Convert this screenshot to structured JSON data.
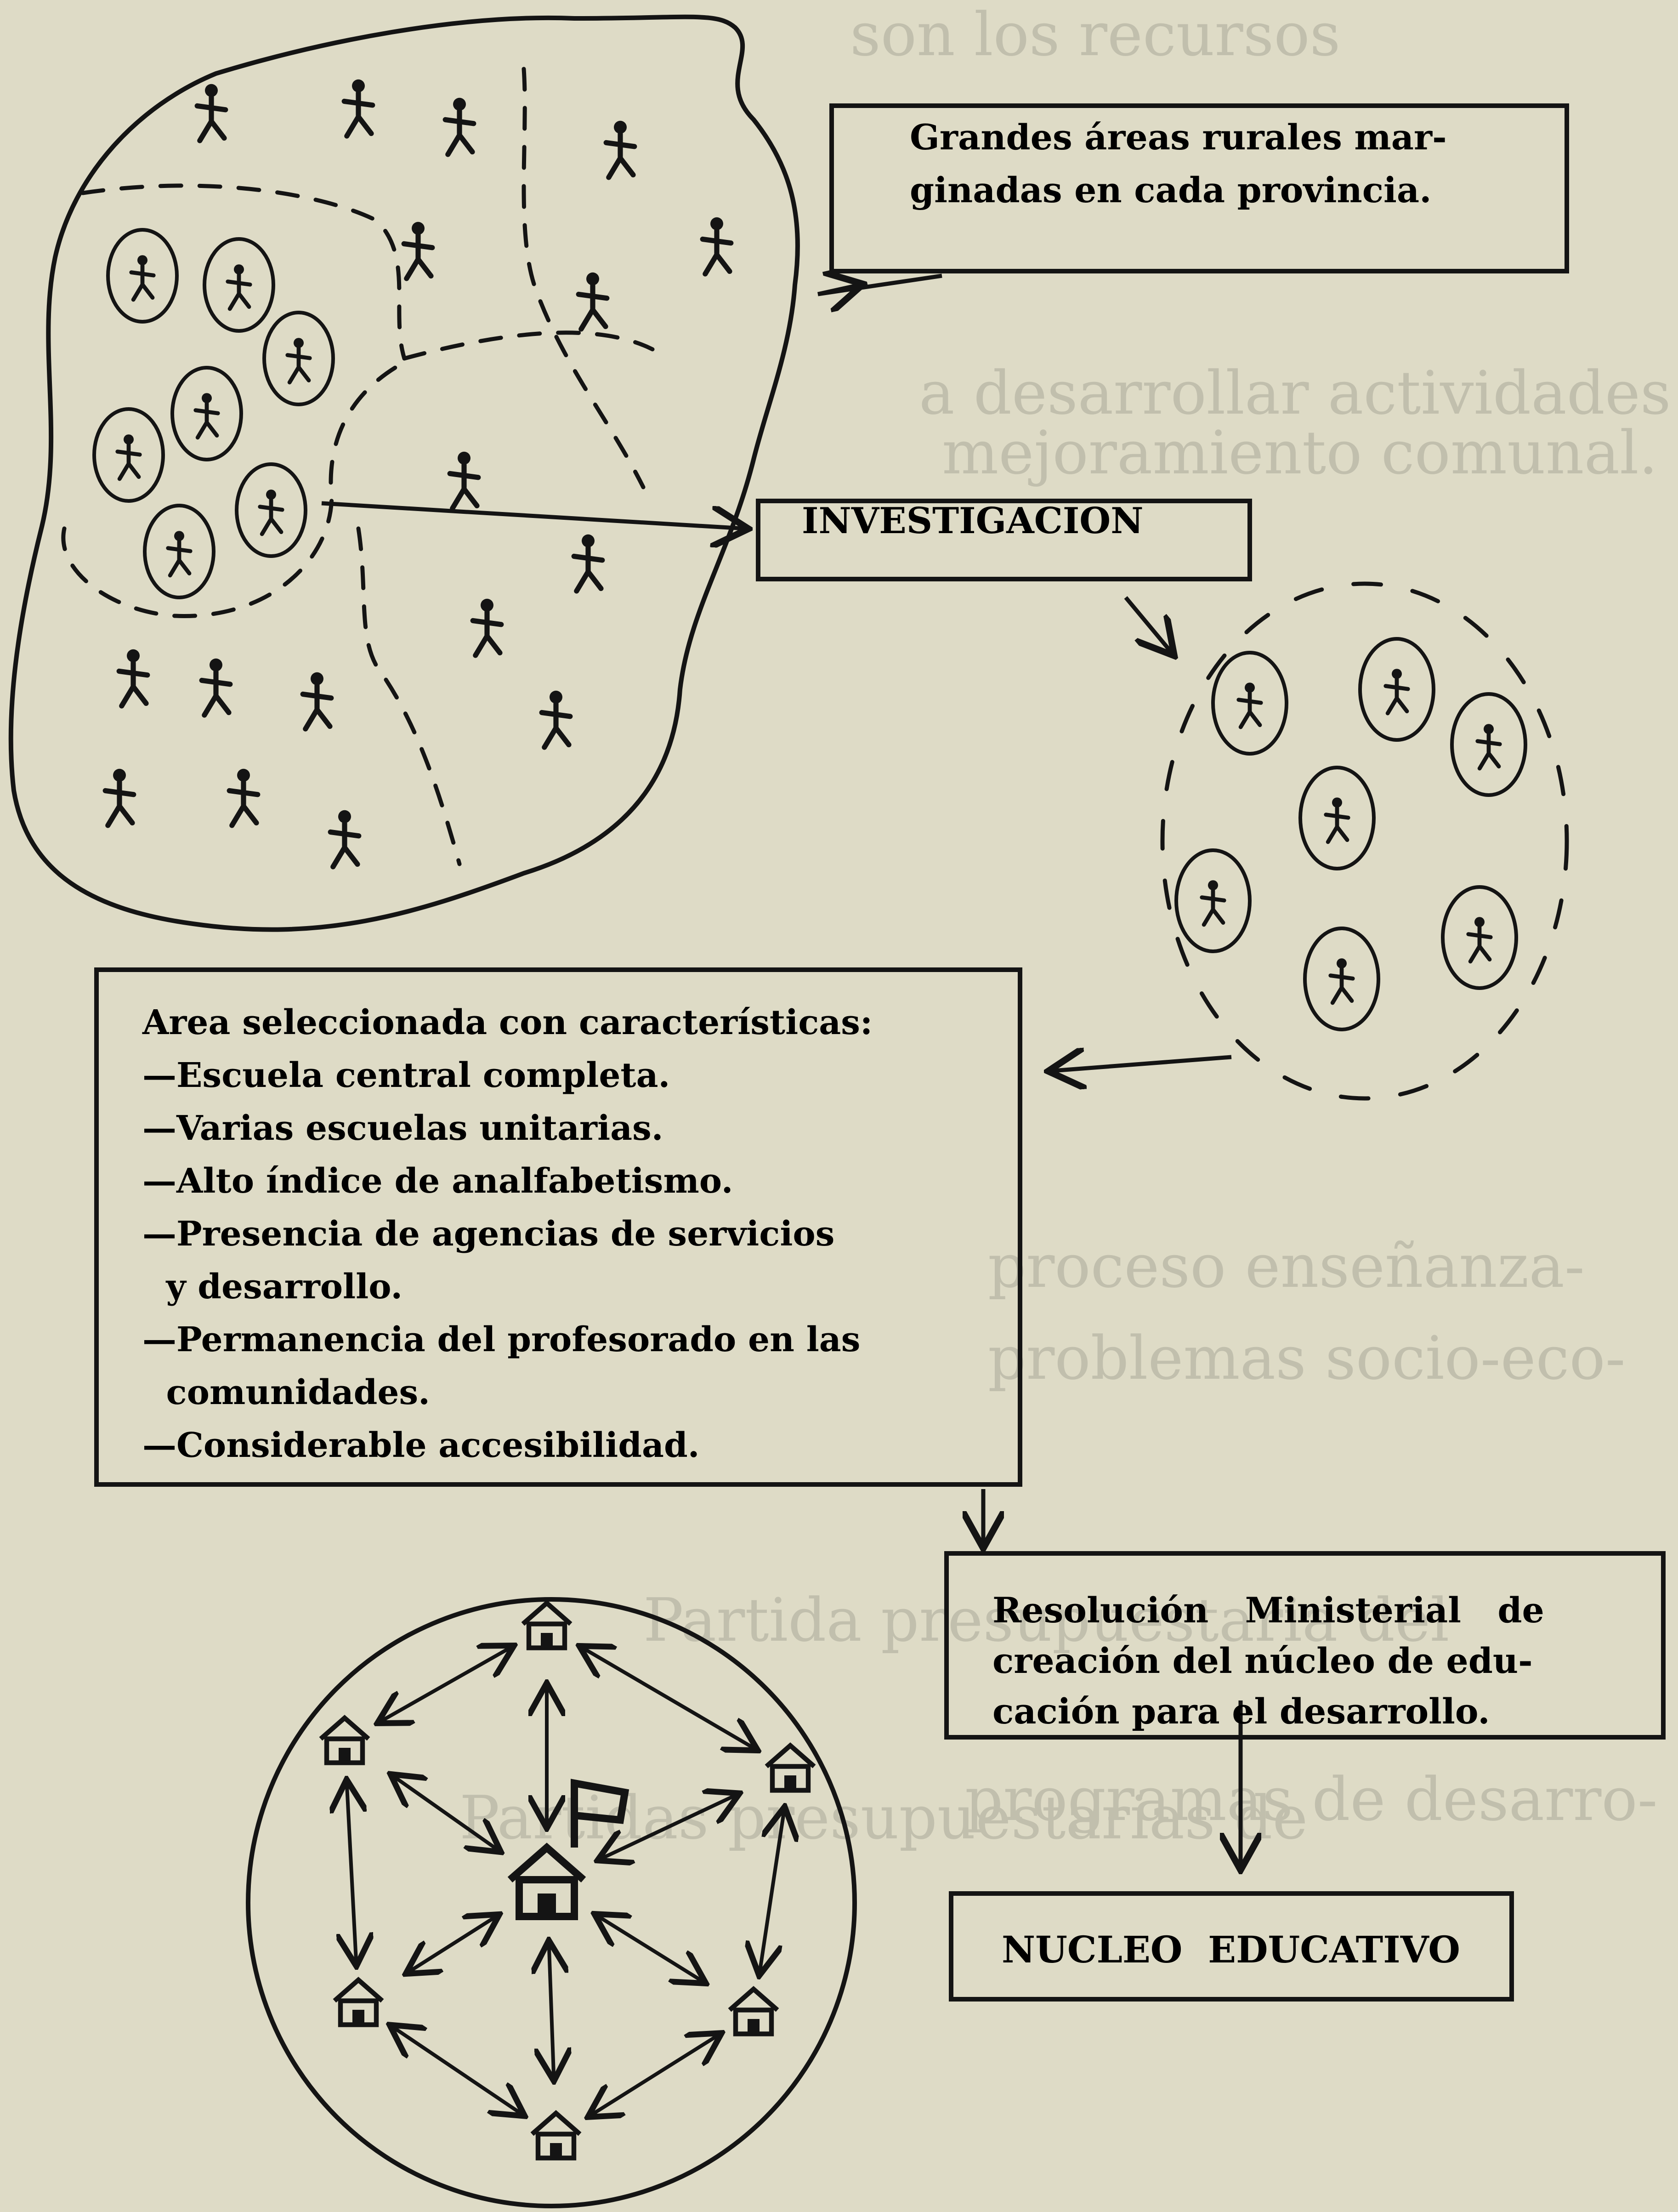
{
  "diagram": {
    "box_rural": {
      "lines": [
        "Grandes áreas rurales mar-",
        "ginadas en cada provincia."
      ]
    },
    "box_investigacion": {
      "label": "INVESTIGACION"
    },
    "box_area": {
      "lines": [
        "Area seleccionada con características:",
        "—Escuela central completa.",
        "—Varias escuelas unitarias.",
        "—Alto índice de analfabetismo.",
        "—Presencia de agencias de servicios",
        "  y desarrollo.",
        "—Permanencia del profesorado en las",
        "  comunidades.",
        "—Considerable accesibilidad."
      ]
    },
    "box_resolucion": {
      "lines": [
        "Resolución   Ministerial   de",
        "creación del núcleo de edu-",
        "cación para el desarrollo."
      ]
    },
    "box_nucleo": {
      "label": "NUCLEO  EDUCATIVO"
    }
  },
  "colors": {
    "paper": "#dedbc6",
    "ink": "#141414",
    "ghost_text": "#a6a495"
  },
  "icons": {
    "person": "stick-figure-icon",
    "circled_person": "circled-stick-figure-icon",
    "school": "school-house-icon",
    "central_school": "central-school-with-flag-icon"
  }
}
